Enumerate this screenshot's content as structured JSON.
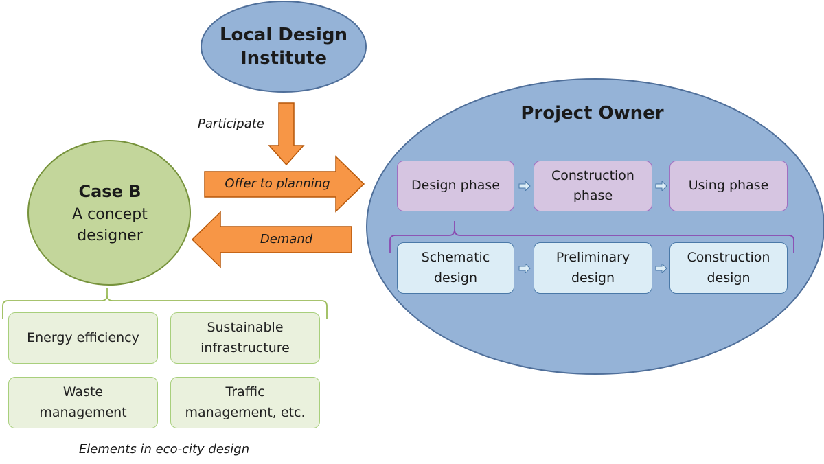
{
  "local_institute": {
    "line1": "Local Design",
    "line2": "Institute"
  },
  "project_owner": {
    "title": "Project Owner"
  },
  "case_b": {
    "title": "Case B",
    "line1": "A concept",
    "line2": "designer"
  },
  "arrows": {
    "participate": "Participate",
    "offer": "Offer to planning",
    "demand": "Demand"
  },
  "phases": [
    {
      "line1": "Design phase",
      "line2": ""
    },
    {
      "line1": "Construction",
      "line2": "phase"
    },
    {
      "line1": "Using phase",
      "line2": ""
    }
  ],
  "design_steps": [
    {
      "line1": "Schematic",
      "line2": "design"
    },
    {
      "line1": "Preliminary",
      "line2": "design"
    },
    {
      "line1": "Construction",
      "line2": "design"
    }
  ],
  "elements": [
    {
      "line1": "Energy efficiency",
      "line2": ""
    },
    {
      "line1": "Sustainable",
      "line2": "infrastructure"
    },
    {
      "line1": "Waste",
      "line2": "management"
    },
    {
      "line1": "Traffic",
      "line2": "management, etc."
    }
  ],
  "elements_caption": "Elements in eco-city design",
  "colors": {
    "ellipse_fill": "#95b3d7",
    "ellipse_stroke": "#4f6f9a",
    "case_fill": "#c3d69b",
    "case_stroke": "#77933c",
    "arrow_fill": "#f79646",
    "arrow_stroke": "#b65708"
  }
}
